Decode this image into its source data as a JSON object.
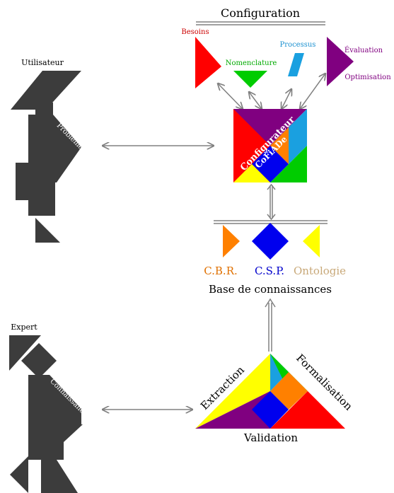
{
  "top": {
    "title": "Configuration"
  },
  "requirements": {
    "besoins": "Besoins",
    "nomenclature": "Nomenclature",
    "processus": "Processus",
    "evaluation": "Évaluation",
    "optimisation": "Optimisation"
  },
  "actors": {
    "user": "Utilisateur",
    "user_task": "Probléme",
    "expert": "Expert",
    "expert_task": "Connaissances"
  },
  "core": {
    "outer": "Configurateur",
    "inner": "CoFiADe"
  },
  "kb": {
    "cbr": "C.B.R.",
    "csp": "C.S.P.",
    "onto": "Ontologie",
    "title": "Base de connaissances"
  },
  "acquisition": {
    "extraction": "Extraction",
    "formalisation": "Formalisation",
    "validation": "Validation"
  },
  "colors": {
    "red": "#ff0000",
    "green": "#00cc00",
    "blue": "#0000ee",
    "cyan": "#1aa0e0",
    "purple": "#800080",
    "orange": "#ff8000",
    "yellow": "#ffff00",
    "dark": "#3c3c3c",
    "tan": "#c8a878"
  }
}
